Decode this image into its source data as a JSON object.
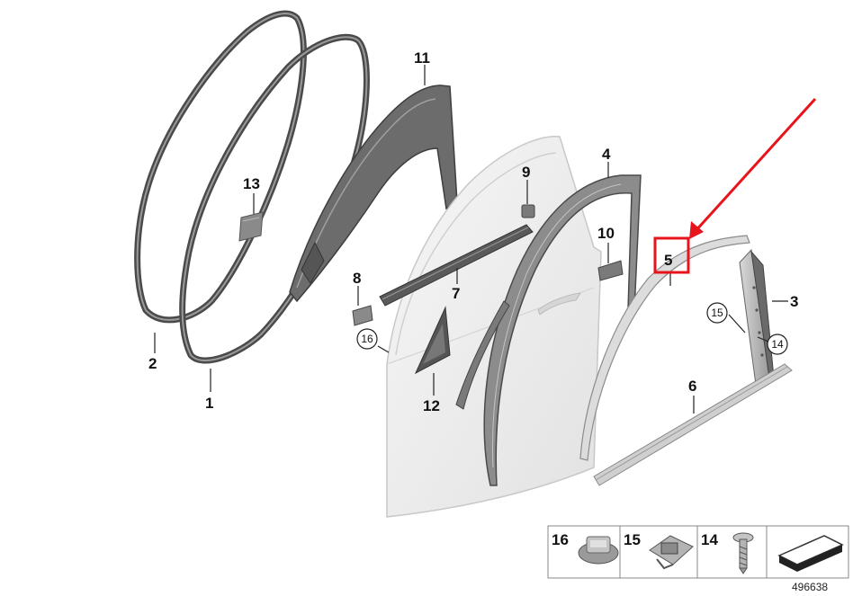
{
  "callouts": {
    "c1": "1",
    "c2": "2",
    "c3": "3",
    "c4": "4",
    "c5": "5",
    "c6": "6",
    "c7": "7",
    "c8": "8",
    "c9": "9",
    "c10": "10",
    "c11": "11",
    "c12": "12",
    "c13": "13"
  },
  "circled_callouts": {
    "c14": "14",
    "c15": "15",
    "c16": "16"
  },
  "legend": {
    "items": [
      {
        "number": "16",
        "icon": "clip-nut-icon"
      },
      {
        "number": "15",
        "icon": "expanding-clip-icon"
      },
      {
        "number": "14",
        "icon": "screw-icon"
      },
      {
        "number": "",
        "icon": "shim-plate-icon"
      }
    ]
  },
  "highlight": {
    "target": "5",
    "color": "#e8141c"
  },
  "colors": {
    "part_outline": "#4a4a4a",
    "door_panel": "#eeeeee",
    "seal": "#5a5a5a",
    "callout_line": "#222222"
  },
  "reference_number": "496638"
}
